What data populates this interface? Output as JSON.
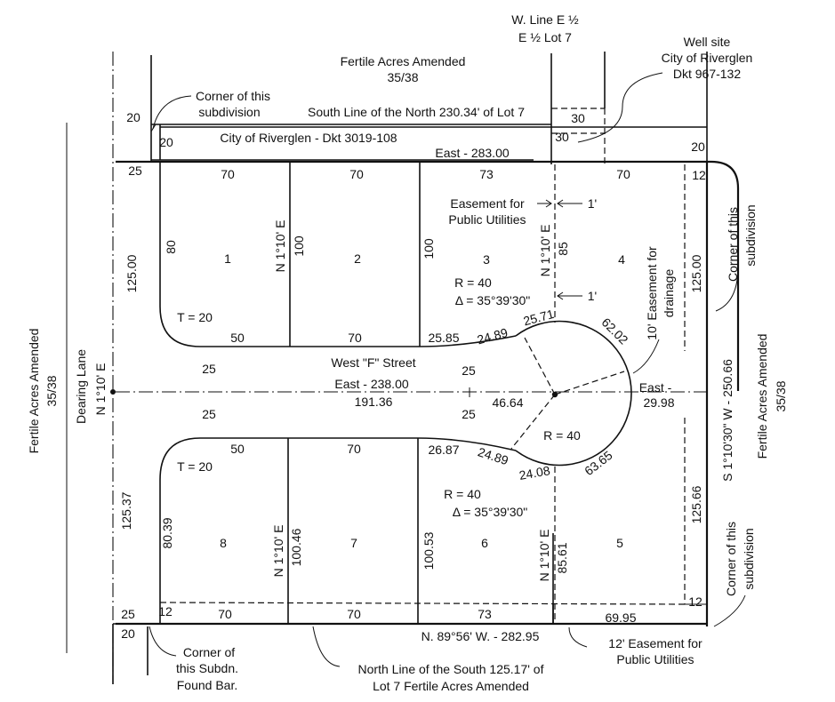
{
  "top": {
    "fertile_acres_title": "Fertile Acres Amended",
    "fertile_acres_ref": "35/38",
    "wline_1": "W. Line E ½",
    "wline_2": "E ½ Lot 7",
    "well_site_1": "Well site",
    "well_site_2": "City of Riverglen",
    "well_site_3": "Dkt 967-132",
    "corner_top_1": "Corner of this",
    "corner_top_2": "subdivision",
    "south_line_north": "South Line of the North 230.34' of Lot 7",
    "city_riverglen": "City of Riverglen - Dkt 3019-108",
    "east_283": "East - 283.00",
    "dim_20a": "20",
    "dim_20b": "20",
    "dim_20c": "20",
    "dim_30a": "30",
    "dim_30b": "30"
  },
  "left": {
    "fertile_acres_title": "Fertile Acres Amended",
    "fertile_acres_ref": "35/38",
    "dearing_lane": "Dearing Lane",
    "bearing": "N 1°10' E",
    "dim_125_00": "125.00",
    "dim_125_37": "125.37",
    "dim_25_top": "25",
    "dim_25_bottom": "25",
    "dim_20_bottom": "20"
  },
  "right": {
    "fertile_acres_title": "Fertile Acres Amended",
    "fertile_acres_ref": "35/38",
    "bearing": "S 1°10'30\" W - 250.66",
    "corner_upper_1": "Corner of this",
    "corner_upper_2": "subdivision",
    "corner_lower_1": "Corner of this",
    "corner_lower_2": "subdivision",
    "dim_125_00": "125.00",
    "dim_125_66": "125.66",
    "dim_12_top": "12",
    "dim_12_bottom": "12",
    "drainage_1": "10' Easement for",
    "drainage_2": "drainage"
  },
  "lots": {
    "lot1": "1",
    "lot2": "2",
    "lot3": "3",
    "lot4": "4",
    "lot5": "5",
    "lot6": "6",
    "lot7": "7",
    "lot8": "8",
    "top_70a": "70",
    "top_70b": "70",
    "top_73": "73",
    "top_70c": "70",
    "lot1_80": "80",
    "lot1_t20": "T = 20",
    "lot1_50": "50",
    "lot2_bearing": "N 1°10' E",
    "lot2_100": "100",
    "lot2_70": "70",
    "lot3_100": "100",
    "lot3_25_85": "25.85",
    "lot3_24_89": "24.89",
    "lot3_25_71": "25.71",
    "easement_1": "Easement for",
    "easement_2": "Public Utilities",
    "one_ft_a": "1'",
    "one_ft_b": "1'",
    "lot34_bearing": "N 1°10' E",
    "lot34_85": "85",
    "curve_top_r": "R = 40",
    "curve_top_delta": "Δ = 35°39'30\"",
    "arc_62_02": "62.02",
    "lot8_t20": "T = 20",
    "lot8_50": "50",
    "lot8_80_39": "80.39",
    "lot7_70": "70",
    "lot7_100_46": "100.46",
    "lot7_bearing": "N 1°10' E",
    "lot6_26_87": "26.87",
    "lot6_24_89": "24.89",
    "lot6_24_08": "24.08",
    "lot6_100_53": "100.53",
    "curve_bot_r": "R = 40",
    "curve_bot_delta": "Δ = 35°39'30\"",
    "lot56_bearing": "N 1°10' E",
    "lot56_85_61": "85.61",
    "arc_63_65": "63.65",
    "bottom_12": "12",
    "bottom_70a": "70",
    "bottom_70b": "70",
    "bottom_73": "73",
    "bottom_69_95": "69.95"
  },
  "street": {
    "name": "West \"F\" Street",
    "w25_tl": "25",
    "w25_tr": "25",
    "w25_bl": "25",
    "w25_br": "25",
    "east_238": "East - 238.00",
    "dim_191_36": "191.36",
    "dim_46_64": "46.64",
    "r40": "R = 40",
    "east_right": "East -",
    "dim_29_98": "29.98"
  },
  "bottom": {
    "n89": "N. 89°56' W. - 282.95",
    "corner_found_1": "Corner of",
    "corner_found_2": "this Subdn.",
    "corner_found_3": "Found Bar.",
    "north_line_1": "North Line of the South 125.17' of",
    "north_line_2": "Lot 7 Fertile Acres Amended",
    "easement_12_1": "12' Easement for",
    "easement_12_2": "Public Utilities"
  }
}
